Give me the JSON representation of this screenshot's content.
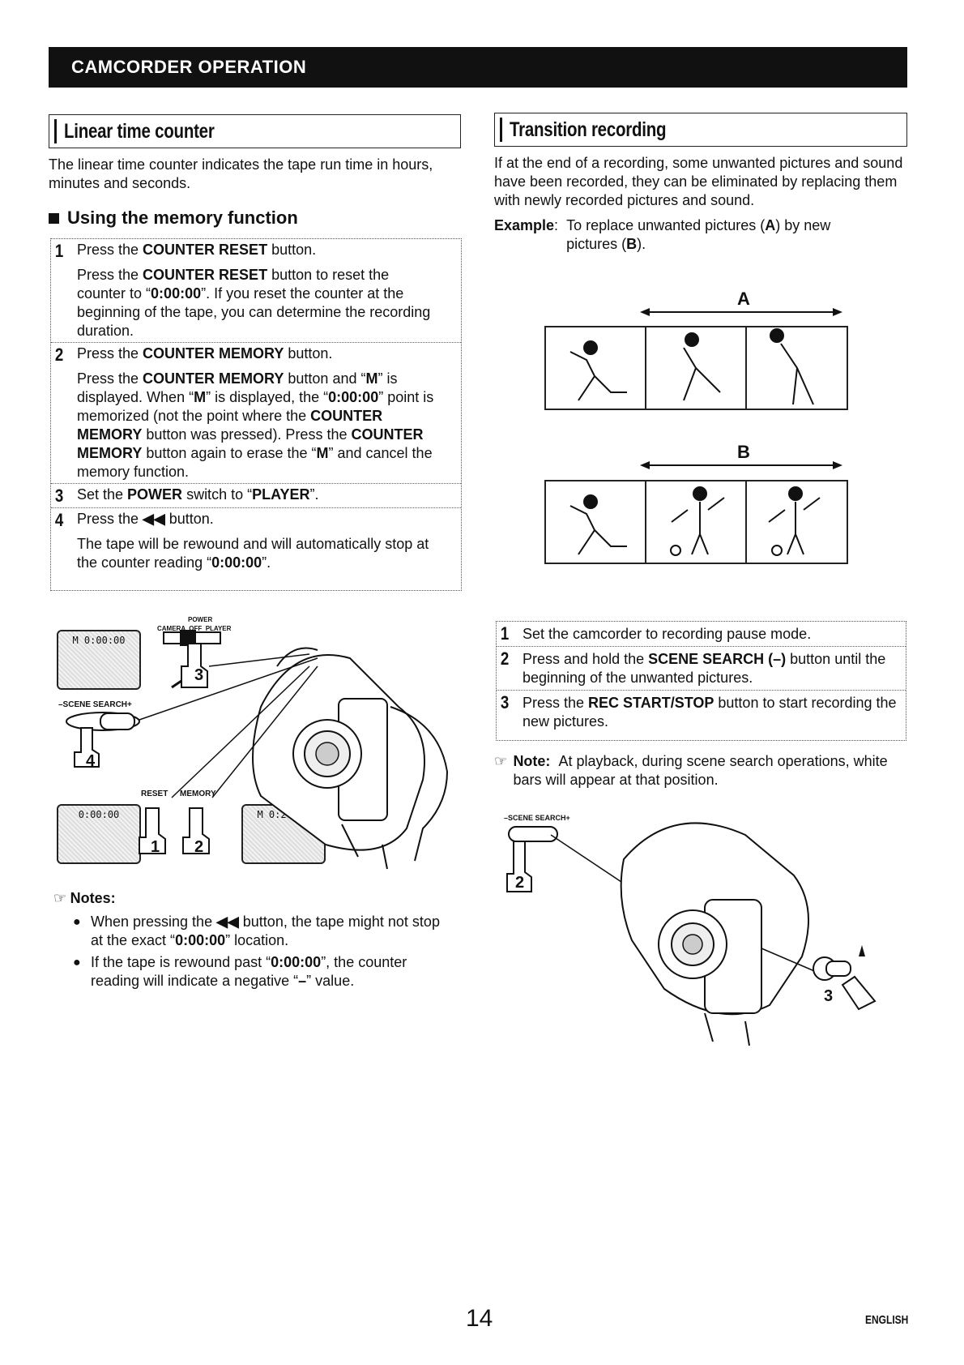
{
  "header": {
    "title": "CAMCORDER OPERATION"
  },
  "left": {
    "section_title": "Linear time counter",
    "intro": "The linear time counter indicates the tape run time in hours, minutes and seconds.",
    "subheading": "Using the memory function",
    "steps": [
      {
        "num": "1",
        "head_pre": "Press the ",
        "head_bold": "COUNTER RESET",
        "head_post": " button.",
        "body": [
          "Press the ",
          "COUNTER RESET",
          " button to reset the counter to “",
          "0:00:00",
          "”. If you reset the counter at the beginning of the tape, you can determine the recording duration."
        ]
      },
      {
        "num": "2",
        "head_pre": "Press the ",
        "head_bold": "COUNTER MEMORY",
        "head_post": " button.",
        "body": [
          "Press the ",
          "COUNTER MEMORY",
          " button and “",
          "M",
          "” is displayed. When “",
          "M",
          "” is displayed, the “",
          "0:00:00",
          "” point is memorized (not the point where the ",
          "COUNTER MEMORY",
          " button was pressed). Press the ",
          "COUNTER MEMORY",
          " button again to erase the “",
          "M",
          "” and cancel the memory function."
        ]
      },
      {
        "num": "3",
        "head_pre": "Set the ",
        "head_bold": "POWER",
        "head_post": " switch to “",
        "head_bold2": "PLAYER",
        "head_post2": "”."
      },
      {
        "num": "4",
        "head_pre": "Press the ",
        "head_icon": "◀◀",
        "head_post": " button.",
        "body": [
          "The tape will be rewound and will automatically stop at the counter reading “",
          "0:00:00",
          "”."
        ]
      }
    ],
    "diagram": {
      "power_label": "POWER",
      "switch_labels": "CAMERA  OFF  PLAYER",
      "lcd_top": "M 0:00:00",
      "scene_search_label": "–SCENE SEARCH+",
      "reset_label": "RESET",
      "memory_label": "MEMORY",
      "lcd_bottom_left": "0:00:00",
      "lcd_bottom_right": "M 0:20:30",
      "callouts": [
        "3",
        "4",
        "1",
        "2"
      ]
    },
    "notes_title": "Notes:",
    "notes": [
      {
        "pre": "When pressing the ",
        "icon": "◀◀",
        "mid": " button, the tape might not stop at the exact “",
        "bold": "0:00:00",
        "post": "” location."
      },
      {
        "pre": "If the tape is rewound past “",
        "bold": "0:00:00",
        "mid": "”, the counter reading will indicate a negative “",
        "bold2": "–",
        "post": "” value."
      }
    ]
  },
  "right": {
    "section_title": "Transition recording",
    "intro": "If at the end of a recording, some unwanted pictures and sound have been recorded, they can be eliminated by replacing them with newly recorded pictures and sound.",
    "example_label": "Example",
    "example_pre": "To replace unwanted pictures (",
    "example_a": "A",
    "example_mid": ") by new pictures (",
    "example_b": "B",
    "example_post": ").",
    "panel_a_label": "A",
    "panel_b_label": "B",
    "steps": [
      {
        "num": "1",
        "text": [
          "Set the camcorder to recording pause mode."
        ]
      },
      {
        "num": "2",
        "text": [
          "Press and hold the ",
          "SCENE SEARCH (–)",
          " button until the beginning of the unwanted pictures."
        ]
      },
      {
        "num": "3",
        "text": [
          "Press the ",
          "REC START/STOP",
          " button to start recording the new pictures."
        ]
      }
    ],
    "note_label": "Note:",
    "note_text": "At playback, during scene search operations, white bars will appear at that position.",
    "diagram": {
      "scene_search_label": "–SCENE SEARCH+",
      "callouts": [
        "2",
        "3"
      ]
    }
  },
  "footer": {
    "page_number": "14",
    "language": "ENGLISH"
  }
}
